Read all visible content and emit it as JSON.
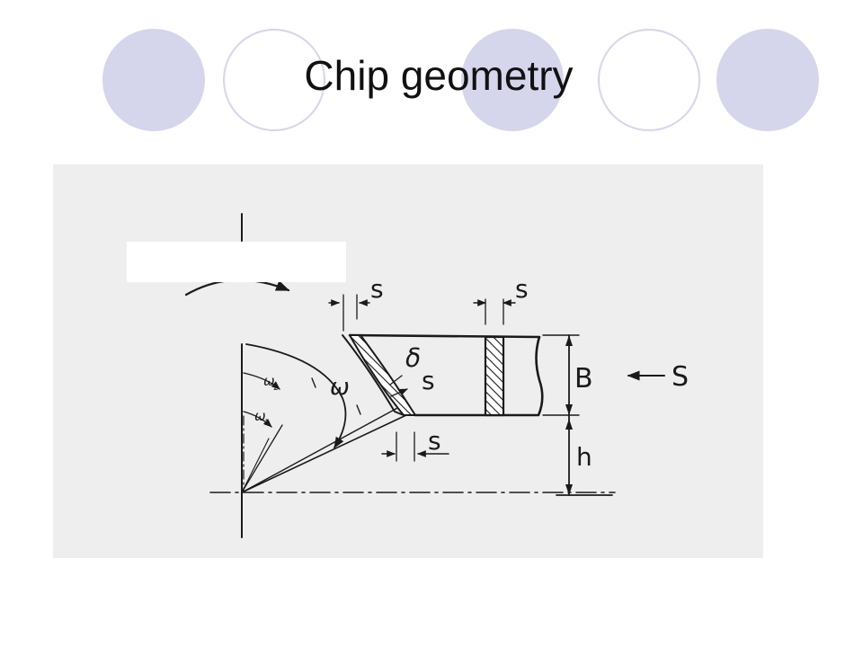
{
  "slide": {
    "title": "Chip geometry"
  },
  "theme": {
    "circle_color": "#d5d5ec",
    "background": "#ffffff",
    "figure_background": "#eeeeee",
    "ink": "#1a1a1a"
  },
  "decorations": {
    "circles": [
      "filled",
      "outline",
      "filled",
      "outline",
      "filled"
    ]
  },
  "diagram": {
    "labels": {
      "s_top_left": "s",
      "s_top_right": "s",
      "delta": "δ",
      "s_chip": "s",
      "s_bottom": "s",
      "B": "B",
      "h": "h",
      "S": "S",
      "omega": "ω",
      "omega_2": "ω",
      "omega_2_sub": "2",
      "omega_1": "ω",
      "omega_1_sub": "1"
    }
  }
}
